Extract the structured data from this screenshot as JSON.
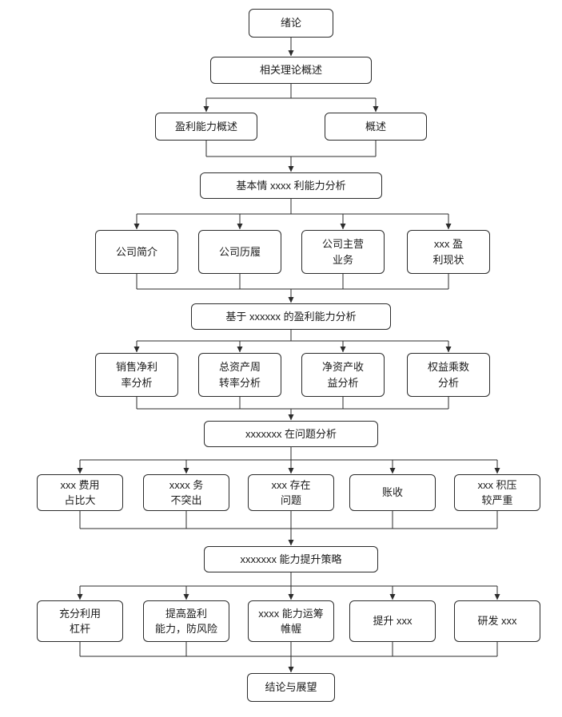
{
  "flowchart": {
    "rows": [
      {
        "name": "introduction",
        "nodes": [
          {
            "label": "绪论"
          }
        ]
      },
      {
        "name": "theory-overview",
        "nodes": [
          {
            "label": "相关理论概述"
          }
        ]
      },
      {
        "name": "theory-children",
        "nodes": [
          {
            "label": "盈利能力概述"
          },
          {
            "label": "概述"
          }
        ]
      },
      {
        "name": "basic-analysis",
        "nodes": [
          {
            "label": "基本情 xxxx 利能力分析"
          }
        ]
      },
      {
        "name": "company-children",
        "nodes": [
          {
            "label": "公司简介"
          },
          {
            "label": "公司历履"
          },
          {
            "label": "公司主营\n业务"
          },
          {
            "label": "xxx 盈\n利现状"
          }
        ]
      },
      {
        "name": "dupont-analysis",
        "nodes": [
          {
            "label": "基于 xxxxxx 的盈利能力分析"
          }
        ]
      },
      {
        "name": "ratio-children",
        "nodes": [
          {
            "label": "销售净利\n率分析"
          },
          {
            "label": "总资产周\n转率分析"
          },
          {
            "label": "净资产收\n益分析"
          },
          {
            "label": "权益乘数\n分析"
          }
        ]
      },
      {
        "name": "problem-analysis",
        "nodes": [
          {
            "label": "xxxxxxx 在问题分析"
          }
        ]
      },
      {
        "name": "problem-children",
        "nodes": [
          {
            "label": "xxx 费用\n占比大"
          },
          {
            "label": "xxxx 务\n不突出"
          },
          {
            "label": "xxx 存在\n问题"
          },
          {
            "label": "账收"
          },
          {
            "label": "xxx 积压\n较严重"
          }
        ]
      },
      {
        "name": "strategy",
        "nodes": [
          {
            "label": "xxxxxxx 能力提升策略"
          }
        ]
      },
      {
        "name": "strategy-children",
        "nodes": [
          {
            "label": "充分利用\n杠杆"
          },
          {
            "label": "提高盈利\n能力，防风险"
          },
          {
            "label": "xxxx 能力运筹\n帷幄"
          },
          {
            "label": "提升 xxx"
          },
          {
            "label": "研发 xxx"
          }
        ]
      },
      {
        "name": "conclusion",
        "nodes": [
          {
            "label": "结论与展望"
          }
        ]
      }
    ],
    "line_color": "#2b2b2b"
  }
}
